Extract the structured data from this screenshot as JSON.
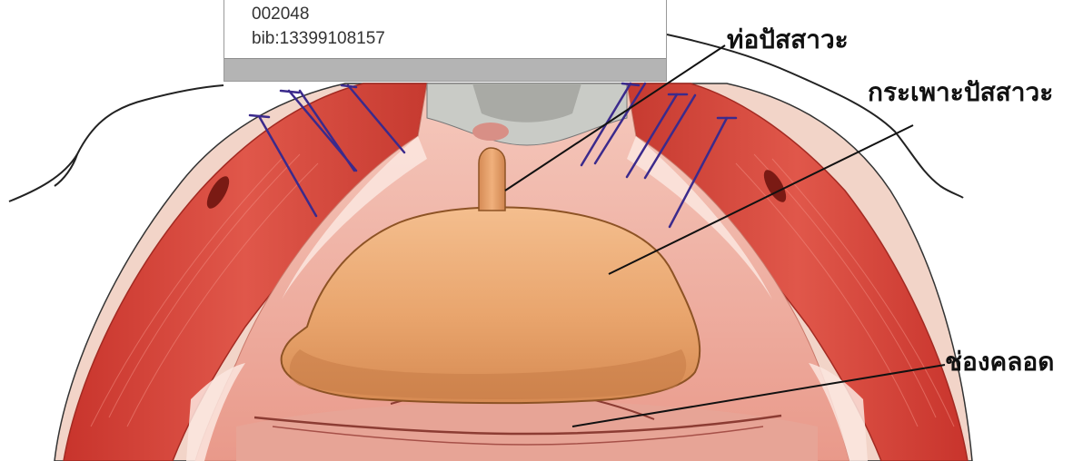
{
  "labels": {
    "urethra": "ท่อปัสสาวะ",
    "bladder": "กระเพาะปัสสาวะ",
    "vagina": "ช่องคลอด"
  },
  "card": {
    "line1": "002048",
    "line2": "bib:13399108157"
  },
  "colors": {
    "muscle": "#d8453a",
    "muscle_dark": "#b93129",
    "fascia": "#f0b2a4",
    "bladder": "#e8a36a",
    "bladder_shadow": "#c77c47",
    "suture": "#3b2a8c",
    "skin_outline": "#222222",
    "leader_line": "#111111"
  }
}
